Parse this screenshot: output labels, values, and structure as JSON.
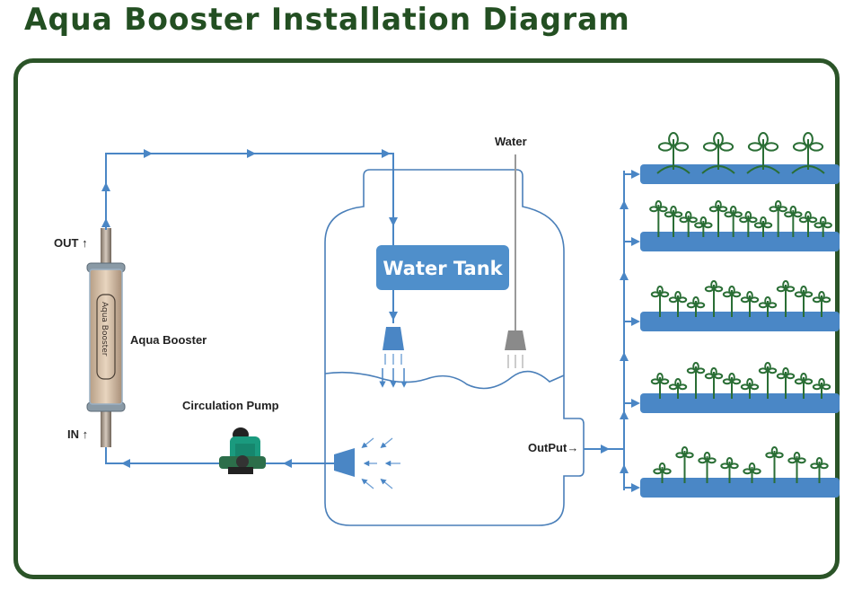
{
  "title": "Aqua Booster Installation Diagram",
  "labels": {
    "out": "OUT",
    "in": "IN",
    "aqua_booster": "Aqua Booster",
    "device_text": "Aqua Booster",
    "circulation_pump": "Circulation Pump",
    "water_tank": "Water Tank",
    "water": "Water",
    "output": "OutPut→"
  },
  "planter_rows": [
    {
      "plant_style": "large-leaf with soil mounds",
      "plants": 4
    },
    {
      "plant_style": "seedlings",
      "plants": 12
    },
    {
      "plant_style": "mixed seedlings",
      "plants": 10
    },
    {
      "plant_style": "leafy sprouts",
      "plants": 10
    },
    {
      "plant_style": "mixed large and seedlings",
      "plants": 8
    }
  ],
  "colors": {
    "title": "#234f22",
    "frame": "#2b5428",
    "pipe": "#4a86c5",
    "tank_box": "#4f8fcb",
    "plant": "#2a6e35",
    "planter": "#4a87c6",
    "gray_nozzle": "#8a8a8a",
    "pump": "#1a9a7e"
  }
}
